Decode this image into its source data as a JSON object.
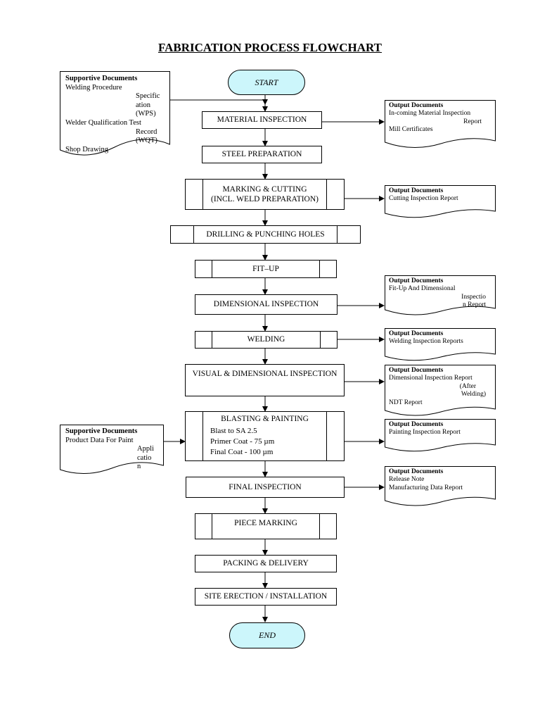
{
  "title": "FABRICATION PROCESS FLOWCHART",
  "start": "START",
  "end": "END",
  "steps": {
    "material_inspection": "MATERIAL INSPECTION",
    "steel_preparation": "STEEL PREPARATION",
    "marking_cutting_1": "MARKING & CUTTING",
    "marking_cutting_2": "(INCL. WELD PREPARATION)",
    "drilling": "DRILLING & PUNCHING HOLES",
    "fitup": "FIT–UP",
    "dimensional_inspection": "DIMENSIONAL INSPECTION",
    "welding": "WELDING",
    "visual_dimensional": "VISUAL & DIMENSIONAL INSPECTION",
    "blasting_painting": "BLASTING & PAINTING",
    "blast_line": "Blast to  SA 2.5",
    "primer_line": "Primer Coat - 75 µm",
    "final_coat_line": "Final Coat - 100 µm",
    "final_inspection": "FINAL INSPECTION",
    "piece_marking": "PIECE MARKING",
    "packing": "PACKING & DELIVERY",
    "site_erection": "SITE ERECTION / INSTALLATION"
  },
  "supportive_1": {
    "heading": "Supportive Documents",
    "line1": "Welding Procedure",
    "line2a": "Specific",
    "line2b": "ation",
    "line2c": "(WPS)",
    "line3": "Welder Qualification Test",
    "line4a": "Record",
    "line4b": "(WQT)",
    "line5": "Shop Drawing"
  },
  "supportive_2": {
    "heading": "Supportive Documents",
    "line1": "Product Data For Paint",
    "line2a": "Appli",
    "line2b": "catio",
    "line2c": "n"
  },
  "outputs": {
    "material": {
      "heading": "Output Documents",
      "line1": "In-coming Material Inspection",
      "line2": "Report",
      "line3": "Mill Certificates"
    },
    "cutting": {
      "heading": "Output Documents",
      "line1": "Cutting Inspection Report"
    },
    "fitup": {
      "heading": "Output Documents",
      "line1": "Fit-Up And Dimensional",
      "line2": "Inspectio",
      "line3": "n Report"
    },
    "welding": {
      "heading": "Output Documents",
      "line1": "Welding Inspection Reports"
    },
    "visual": {
      "heading": "Output Documents",
      "line1": "Dimensional Inspection Report",
      "line2": "(After",
      "line3": "Welding)",
      "line4": "NDT Report"
    },
    "painting": {
      "heading": "Output Documents",
      "line1": "Painting Inspection Report"
    },
    "final": {
      "heading": "Output Documents",
      "line1": "Release Note",
      "line2": "Manufacturing Data Report"
    }
  }
}
